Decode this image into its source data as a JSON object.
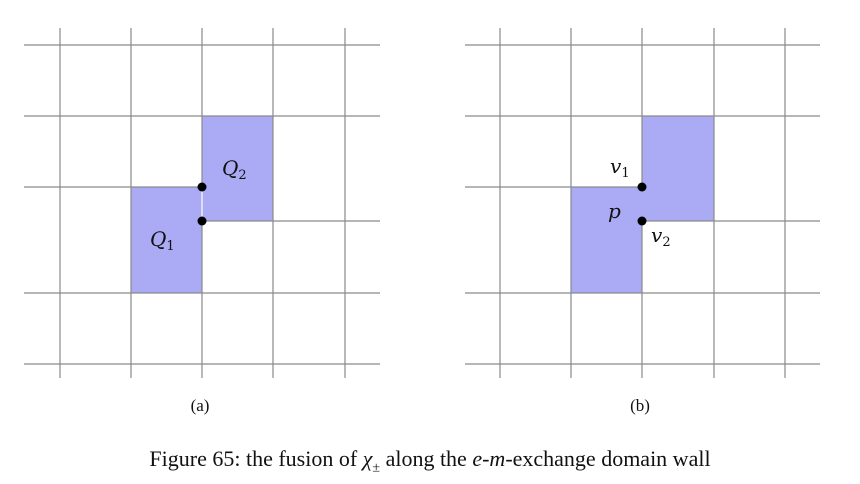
{
  "panels": [
    {
      "label": "(a)",
      "point_labels": [
        {
          "base": "Q",
          "sub": "2"
        },
        {
          "base": "Q",
          "sub": "1"
        }
      ]
    },
    {
      "label": "(b)",
      "point_labels": [
        {
          "base": "v",
          "sub": "1"
        },
        {
          "base": "p",
          "sub": ""
        },
        {
          "base": "v",
          "sub": "2"
        }
      ]
    }
  ],
  "caption": {
    "prefix": "Figure 65: the fusion of ",
    "chi": "χ",
    "chi_sub": "±",
    "middle": " along the ",
    "italic_term": "e",
    "dash1": "-",
    "italic_term2": "m",
    "suffix": "-exchange domain wall"
  },
  "colors": {
    "fill": "#aaaaf5",
    "grid": "#8a8a8a"
  }
}
